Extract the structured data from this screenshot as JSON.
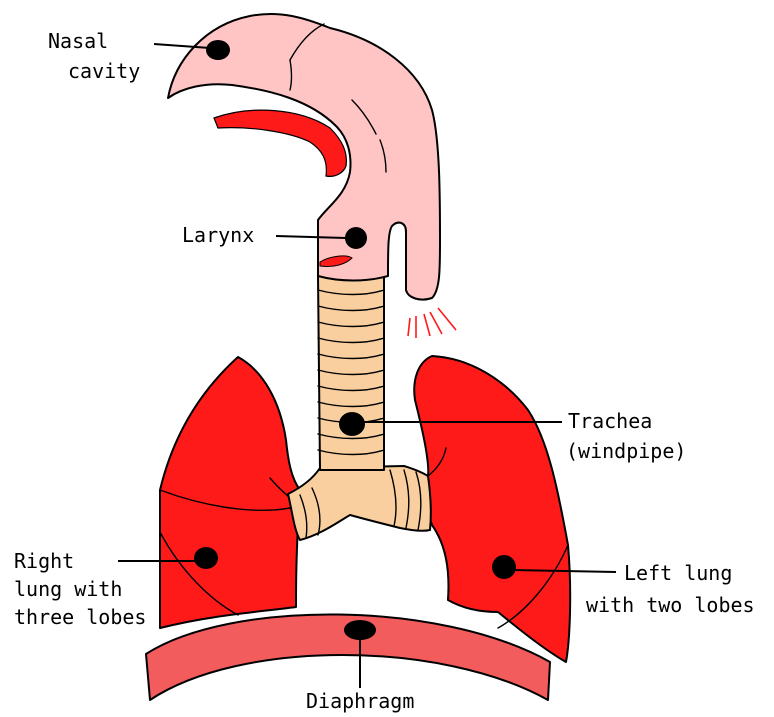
{
  "labels": {
    "nasal_line1": "Nasal",
    "nasal_line2": "cavity",
    "larynx": "Larynx",
    "trachea_line1": "Trachea",
    "trachea_line2": "(windpipe)",
    "right_lung_line1": "Right",
    "right_lung_line2": "lung with",
    "right_lung_line3": "three lobes",
    "left_lung_line1": "Left lung",
    "left_lung_line2": "with two lobes",
    "diaphragm": "Diaphragm"
  },
  "colors": {
    "lung": "#ff1a1a",
    "airway": "#ffc4c4",
    "trachea_rings": "#f9cfa0",
    "diaphragm": "#f25c5c",
    "marker": "#000000"
  }
}
